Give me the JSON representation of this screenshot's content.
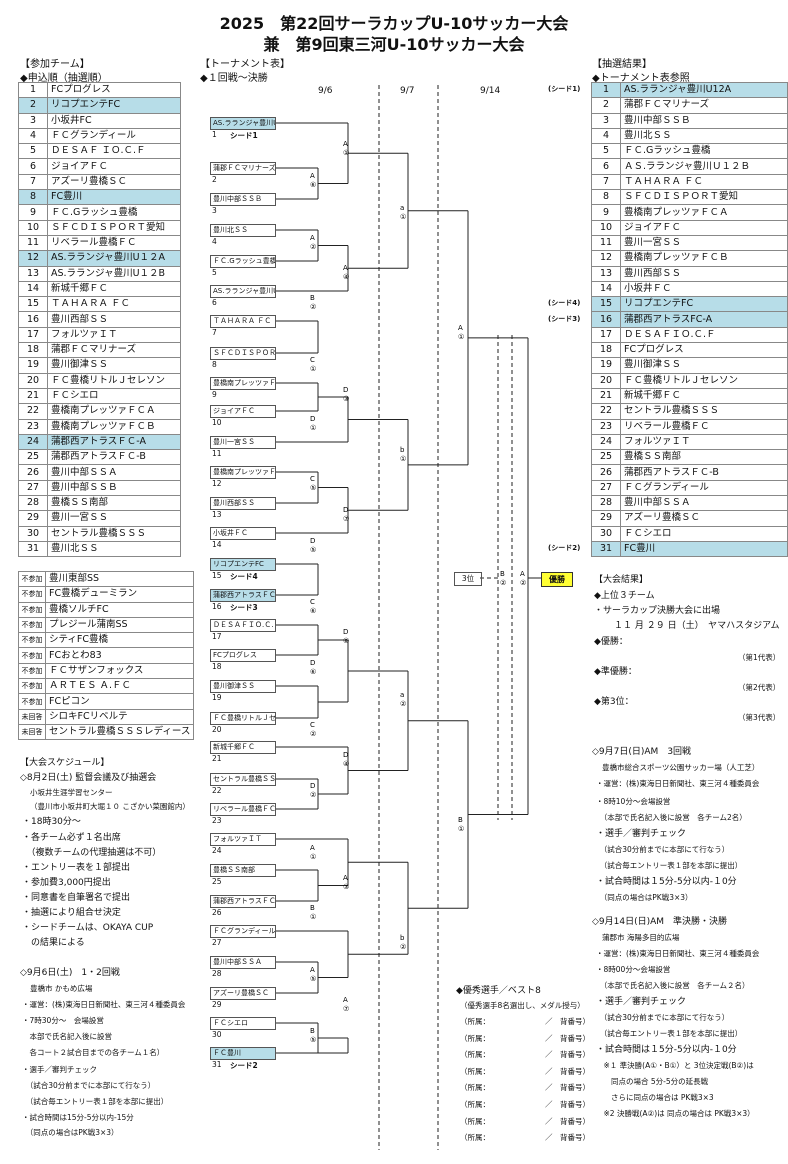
{
  "title_line1": "2025　第22回サーラカップU-10サッカー大会",
  "title_line2": "兼　第9回東三河U-10サッカー大会",
  "participants": {
    "header": "【参加チーム】",
    "sub": "◆申込順（抽選順）",
    "teams": [
      {
        "no": "1",
        "name": "FCプログレス",
        "hl": false
      },
      {
        "no": "2",
        "name": "リコプエンテFC",
        "hl": true
      },
      {
        "no": "3",
        "name": "小坂井FC",
        "hl": false
      },
      {
        "no": "4",
        "name": "ＦＣグランディール",
        "hl": false
      },
      {
        "no": "5",
        "name": "ＤＥＳＡＦ ＩＯ.Ｃ.Ｆ",
        "hl": false
      },
      {
        "no": "6",
        "name": "ジョイアＦＣ",
        "hl": false
      },
      {
        "no": "7",
        "name": "アズーリ豊橋ＳＣ",
        "hl": false
      },
      {
        "no": "8",
        "name": "FC豊川",
        "hl": true
      },
      {
        "no": "9",
        "name": "ＦＣ.Gラッシュ豊橋",
        "hl": false
      },
      {
        "no": "10",
        "name": "ＳＦＣＤＩＳＰＯＲＴ愛知",
        "hl": false
      },
      {
        "no": "11",
        "name": "リベラール豊橋ＦＣ",
        "hl": false
      },
      {
        "no": "12",
        "name": "AS.ラランジャ豊川U１２A",
        "hl": true
      },
      {
        "no": "13",
        "name": "AS.ラランジャ豊川U１２B",
        "hl": false
      },
      {
        "no": "14",
        "name": "新城千郷ＦＣ",
        "hl": false
      },
      {
        "no": "15",
        "name": "ＴＡＨＡＲＡ ＦＣ",
        "hl": false
      },
      {
        "no": "16",
        "name": "豊川西部ＳＳ",
        "hl": false
      },
      {
        "no": "17",
        "name": "フォルツァＩＴ",
        "hl": false
      },
      {
        "no": "18",
        "name": "蒲郡ＦＣマリナーズ",
        "hl": false
      },
      {
        "no": "19",
        "name": "豊川御津ＳＳ",
        "hl": false
      },
      {
        "no": "20",
        "name": "ＦＣ豊橋リトルＪセレソン",
        "hl": false
      },
      {
        "no": "21",
        "name": "ＦＣシエロ",
        "hl": false
      },
      {
        "no": "22",
        "name": "豊橋南プレッツァＦＣＡ",
        "hl": false
      },
      {
        "no": "23",
        "name": "豊橋南プレッツァＦＣＢ",
        "hl": false
      },
      {
        "no": "24",
        "name": "蒲郡西アトラスＦＣ-A",
        "hl": true
      },
      {
        "no": "25",
        "name": "蒲郡西アトラスＦＣ-B",
        "hl": false
      },
      {
        "no": "26",
        "name": "豊川中部ＳＳＡ",
        "hl": false
      },
      {
        "no": "27",
        "name": "豊川中部ＳＳＢ",
        "hl": false
      },
      {
        "no": "28",
        "name": "豊橋ＳＳ南部",
        "hl": false
      },
      {
        "no": "29",
        "name": "豊川一宮ＳＳ",
        "hl": false
      },
      {
        "no": "30",
        "name": "セントラル豊橋ＳＳＳ",
        "hl": false
      },
      {
        "no": "31",
        "name": "豊川北ＳＳ",
        "hl": false
      }
    ],
    "absent": [
      {
        "tag": "不参加",
        "name": "豊川東部SS"
      },
      {
        "tag": "不参加",
        "name": "FC豊橋デューミラン"
      },
      {
        "tag": "不参加",
        "name": "豊橋ソルチFC"
      },
      {
        "tag": "不参加",
        "name": "プレジール蒲南SS"
      },
      {
        "tag": "不参加",
        "name": "シティFC豊橋"
      },
      {
        "tag": "不参加",
        "name": "FCおとわ83"
      },
      {
        "tag": "不参加",
        "name": "ＦＣサザンフォックス"
      },
      {
        "tag": "不参加",
        "name": "ＡＲＴＥＳ Ａ.ＦＣ"
      },
      {
        "tag": "不参加",
        "name": "FCピコン"
      },
      {
        "tag": "未回答",
        "name": "シロキFCリベルテ"
      },
      {
        "tag": "未回答",
        "name": "セントラル豊橋ＳＳＳレディース"
      }
    ]
  },
  "schedule": {
    "header": "【大会スケジュール】",
    "d1_title": "◇8月2日(土) 監督会議及び抽選会",
    "d1_place": "小坂井生涯学習センター",
    "d1_addr": "（豊川市小坂井町大堀１０ こざかい菜園館内）",
    "d1_items": [
      "・18時30分～",
      "・各チーム必ず１名出席",
      "　（複数チームの代理抽選は不可）",
      "・エントリー表を１部提出",
      "・参加費3,000円提出",
      "・同意書を自筆署名で提出",
      "・抽選により組合せ決定",
      "・シードチームは、OKAYA CUP",
      "　の結果による"
    ],
    "d2_title": "◇9月6日(土)　1・2回戦",
    "d2_place": "豊橋市 かもめ広場",
    "d2_items": [
      "・運営：(株)東海日日新聞社、東三河４種委員会",
      "・7時30分～　会場設営",
      "　本部で氏名記入後に設営",
      "　各コート２試合目までの各チーム１名）",
      "・選手／審判チェック",
      "　（試合30分前までに本部にて行なう）",
      "　（試合毎エントリー表１部を本部に提出）",
      "・試合時間は15分-5分以内-15分",
      "　（同点の場合はPK戦3×3）"
    ]
  },
  "tournament": {
    "header": "【トーナメント表】",
    "sub": "◆１回戦～決勝",
    "date1": "9/6",
    "date2": "9/7",
    "date3": "9/14",
    "slots": [
      {
        "num": "1",
        "name": "AS.ラランジャ豊川U１２A",
        "seed": "シード1",
        "hl": true
      },
      {
        "num": "2",
        "name": "蒲郡ＦＣマリナーズ",
        "seed": "",
        "hl": false
      },
      {
        "num": "3",
        "name": "豊川中部ＳＳＢ",
        "seed": "",
        "hl": false
      },
      {
        "num": "4",
        "name": "豊川北ＳＳ",
        "seed": "",
        "hl": false
      },
      {
        "num": "5",
        "name": "ＦＣ.Gラッシュ豊橋",
        "seed": "",
        "hl": false
      },
      {
        "num": "6",
        "name": "AS.ラランジャ豊川U１２B",
        "seed": "",
        "hl": false
      },
      {
        "num": "7",
        "name": "ＴＡＨＡＲＡ ＦＣ",
        "seed": "",
        "hl": false
      },
      {
        "num": "8",
        "name": "ＳＦＣＤＩＳＰＯＲＴ愛知",
        "seed": "",
        "hl": false
      },
      {
        "num": "9",
        "name": "豊橋南プレッツァＦＣＡ",
        "seed": "",
        "hl": false
      },
      {
        "num": "10",
        "name": "ジョイアＦＣ",
        "seed": "",
        "hl": false
      },
      {
        "num": "11",
        "name": "豊川一宮ＳＳ",
        "seed": "",
        "hl": false
      },
      {
        "num": "12",
        "name": "豊橋南プレッツァＦＣＢ",
        "seed": "",
        "hl": false
      },
      {
        "num": "13",
        "name": "豊川西部ＳＳ",
        "seed": "",
        "hl": false
      },
      {
        "num": "14",
        "name": "小坂井ＦＣ",
        "seed": "",
        "hl": false
      },
      {
        "num": "15",
        "name": "リコプエンテFC",
        "seed": "シード4",
        "hl": true
      },
      {
        "num": "16",
        "name": "蒲郡西アトラスＦＣ-A",
        "seed": "シード3",
        "hl": true
      },
      {
        "num": "17",
        "name": "ＤＥＳＡＦＩＯ.Ｃ.Ｆ",
        "seed": "",
        "hl": false
      },
      {
        "num": "18",
        "name": "FCプログレス",
        "seed": "",
        "hl": false
      },
      {
        "num": "19",
        "name": "豊川御津ＳＳ",
        "seed": "",
        "hl": false
      },
      {
        "num": "20",
        "name": "ＦＣ豊橋リトルＪセレソン",
        "seed": "",
        "hl": false
      },
      {
        "num": "21",
        "name": "新城千郷ＦＣ",
        "seed": "",
        "hl": false
      },
      {
        "num": "22",
        "name": "セントラル豊橋ＳＳＳ",
        "seed": "",
        "hl": false
      },
      {
        "num": "23",
        "name": "リベラール豊橋ＦＣ",
        "seed": "",
        "hl": false
      },
      {
        "num": "24",
        "name": "フォルツァＩＴ",
        "seed": "",
        "hl": false
      },
      {
        "num": "25",
        "name": "豊橋ＳＳ南部",
        "seed": "",
        "hl": false
      },
      {
        "num": "26",
        "name": "蒲郡西アトラスＦＣ-B",
        "seed": "",
        "hl": false
      },
      {
        "num": "27",
        "name": "ＦＣグランディール",
        "seed": "",
        "hl": false
      },
      {
        "num": "28",
        "name": "豊川中部ＳＳＡ",
        "seed": "",
        "hl": false
      },
      {
        "num": "29",
        "name": "アズーリ豊橋ＳＣ",
        "seed": "",
        "hl": false
      },
      {
        "num": "30",
        "name": "ＦＣシエロ",
        "seed": "",
        "hl": false
      },
      {
        "num": "31",
        "name": "ＦＣ豊川",
        "seed": "シード2",
        "hl": true
      }
    ],
    "third": "3位",
    "champion": "優勝"
  },
  "draw": {
    "header": "【抽選結果】",
    "sub": "◆トーナメント表参照",
    "rows": [
      {
        "tag": "(シード1)",
        "no": "1",
        "name": "AS.ラランジャ豊川U12A",
        "hl": true
      },
      {
        "tag": "",
        "no": "2",
        "name": "蒲郡ＦＣマリナーズ",
        "hl": false
      },
      {
        "tag": "",
        "no": "3",
        "name": "豊川中部ＳＳＢ",
        "hl": false
      },
      {
        "tag": "",
        "no": "4",
        "name": "豊川北ＳＳ",
        "hl": false
      },
      {
        "tag": "",
        "no": "5",
        "name": "ＦＣ.Gラッシュ豊橋",
        "hl": false
      },
      {
        "tag": "",
        "no": "6",
        "name": "ＡＳ.ラランジャ豊川Ｕ１２Ｂ",
        "hl": false
      },
      {
        "tag": "",
        "no": "7",
        "name": "ＴＡＨＡＲＡ ＦＣ",
        "hl": false
      },
      {
        "tag": "",
        "no": "8",
        "name": "ＳＦＣＤＩＳＰＯＲＴ愛知",
        "hl": false
      },
      {
        "tag": "",
        "no": "9",
        "name": "豊橋南プレッツァＦＣＡ",
        "hl": false
      },
      {
        "tag": "",
        "no": "10",
        "name": "ジョイアＦＣ",
        "hl": false
      },
      {
        "tag": "",
        "no": "11",
        "name": "豊川一宮ＳＳ",
        "hl": false
      },
      {
        "tag": "",
        "no": "12",
        "name": "豊橋南プレッツァＦＣＢ",
        "hl": false
      },
      {
        "tag": "",
        "no": "13",
        "name": "豊川西部ＳＳ",
        "hl": false
      },
      {
        "tag": "",
        "no": "14",
        "name": "小坂井ＦＣ",
        "hl": false
      },
      {
        "tag": "(シード4)",
        "no": "15",
        "name": "リコプエンテFC",
        "hl": true
      },
      {
        "tag": "(シード3)",
        "no": "16",
        "name": "蒲郡西アトラスFC-A",
        "hl": true
      },
      {
        "tag": "",
        "no": "17",
        "name": "ＤＥＳＡＦＩＯ.Ｃ.Ｆ",
        "hl": false
      },
      {
        "tag": "",
        "no": "18",
        "name": "FCプログレス",
        "hl": false
      },
      {
        "tag": "",
        "no": "19",
        "name": "豊川御津ＳＳ",
        "hl": false
      },
      {
        "tag": "",
        "no": "20",
        "name": "ＦＣ豊橋リトルＪセレソン",
        "hl": false
      },
      {
        "tag": "",
        "no": "21",
        "name": "新城千郷ＦＣ",
        "hl": false
      },
      {
        "tag": "",
        "no": "22",
        "name": "セントラル豊橋ＳＳＳ",
        "hl": false
      },
      {
        "tag": "",
        "no": "23",
        "name": "リベラール豊橋ＦＣ",
        "hl": false
      },
      {
        "tag": "",
        "no": "24",
        "name": "フォルツァＩＴ",
        "hl": false
      },
      {
        "tag": "",
        "no": "25",
        "name": "豊橋ＳＳ南部",
        "hl": false
      },
      {
        "tag": "",
        "no": "26",
        "name": "蒲郡西アトラスＦＣ-B",
        "hl": false
      },
      {
        "tag": "",
        "no": "27",
        "name": "ＦＣグランディール",
        "hl": false
      },
      {
        "tag": "",
        "no": "28",
        "name": "豊川中部ＳＳＡ",
        "hl": false
      },
      {
        "tag": "",
        "no": "29",
        "name": "アズーリ豊橋ＳＣ",
        "hl": false
      },
      {
        "tag": "",
        "no": "30",
        "name": "ＦＣシエロ",
        "hl": false
      },
      {
        "tag": "(シード2)",
        "no": "31",
        "name": "FC豊川",
        "hl": true
      }
    ]
  },
  "results": {
    "header": "【大会結果】",
    "top3": "◆上位３チーム",
    "sara": "・サーラカップ決勝大会に出場",
    "sara_date": "１１ 月 ２９ 日（土）　ヤマハスタジアム",
    "win": "◆優勝：",
    "rep1": "（第1代表）",
    "second": "◆準優勝：",
    "rep2": "（第2代表）",
    "third": "◆第3位：",
    "rep3": "（第3代表）"
  },
  "day3": {
    "title": "◇9月7日(日)AM　3回戦",
    "place": "豊橋市総合スポーツ公園サッカー場（人工芝）",
    "items": [
      "・運営：(株)東海日日新聞社、東三河４種委員会",
      "・8時10分～会場設営",
      "　（本部で氏名記入後に設営　各チーム2名）",
      "・選手／審判チェック",
      "　（試合30分前までに本部にて行なう）",
      "　（試合毎エントリー表１部を本部に提出）",
      "・試合時間は１5分-5分以内-１0分",
      "　（同点の場合はPK戦3×3）"
    ]
  },
  "day4": {
    "title": "◇9月14日(日)AM　準決勝・決勝",
    "place": "蒲郡市 海陽多目的広場",
    "items": [
      "・運営：(株)東海日日新聞社、東三河４種委員会",
      "・8時00分～会場設営",
      "　（本部で氏名記入後に設営　各チーム２名）",
      "・選手／審判チェック",
      "　（試合30分前までに本部にて行なう）",
      "　（試合毎エントリー表１部を本部に提出）",
      "・試合時間は１5分-5分以内-１0分",
      "　※１ 準決勝(A①・B①）と 3位決定戦(B②)は",
      "　　同点の場合 5分-5分の延長戦",
      "　　さらに同点の場合は PK戦3×3",
      "　※2 決勝戦(A②)は 同点の場合は PK戦3×3）"
    ]
  },
  "best8": {
    "header": "◆優秀選手／ベスト8",
    "note": "（優秀選手8名選出し、メダル授与）",
    "row_a": "（所属：",
    "row_b": "／　背番号）",
    "count": 8
  }
}
